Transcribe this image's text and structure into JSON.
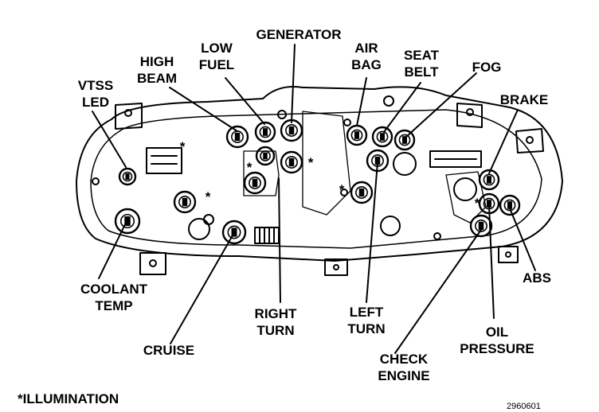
{
  "labels": {
    "generator": "GENERATOR",
    "low_fuel": [
      "LOW",
      "FUEL"
    ],
    "high_beam": [
      "HIGH",
      "BEAM"
    ],
    "vtss_led": [
      "VTSS",
      "LED"
    ],
    "air_bag": [
      "AIR",
      "BAG"
    ],
    "seat_belt": [
      "SEAT",
      "BELT"
    ],
    "fog": "FOG",
    "brake": "BRAKE",
    "coolant_temp": [
      "COOLANT",
      "TEMP"
    ],
    "abs": "ABS",
    "right_turn": [
      "RIGHT",
      "TURN"
    ],
    "left_turn": [
      "LEFT",
      "TURN"
    ],
    "oil_pressure": [
      "OIL",
      "PRESSURE"
    ],
    "cruise": "CRUISE",
    "check_engine": [
      "CHECK",
      "ENGINE"
    ]
  },
  "illumination_marker": "*",
  "legend_note": "*ILLUMINATION",
  "figure_number": "2960601"
}
